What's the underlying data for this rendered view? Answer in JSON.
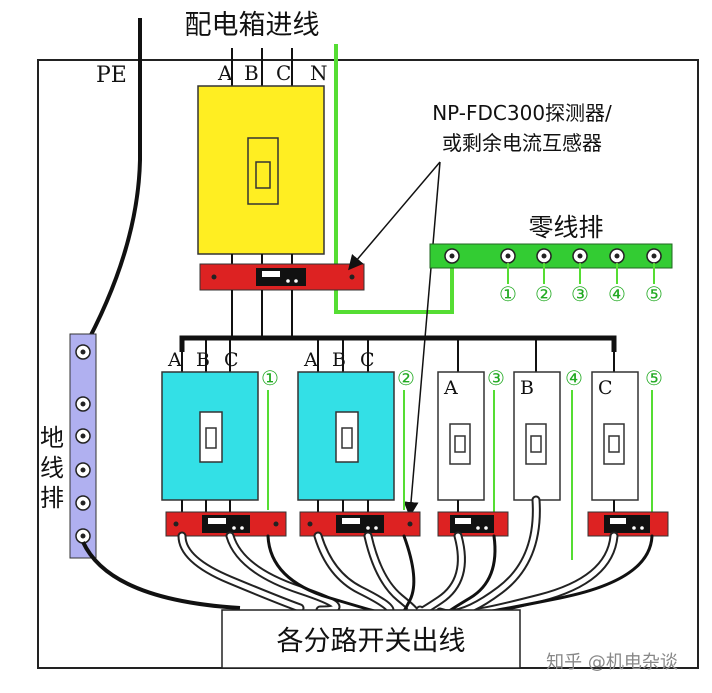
{
  "title": "配电箱进线",
  "pe_label": "PE",
  "phase_labels": [
    "A",
    "B",
    "C",
    "N"
  ],
  "callout": {
    "line1": "NP-FDC300探测器/",
    "line2": "或剩余电流互感器"
  },
  "neutral_bar_label": "零线排",
  "neutral_bar_numbers": [
    "①",
    "②",
    "③",
    "④",
    "⑤"
  ],
  "ground_bar_label": [
    "地",
    "线",
    "排"
  ],
  "branch_breakers": [
    {
      "phase_labels": [
        "A",
        "B",
        "C"
      ],
      "number": "①"
    },
    {
      "phase_labels": [
        "A",
        "B",
        "C"
      ],
      "number": "②"
    },
    {
      "phase_label": "A",
      "number": "③"
    },
    {
      "phase_label": "B",
      "number": "④"
    },
    {
      "phase_label": "C",
      "number": "⑤"
    }
  ],
  "output_label": "各分路开关出线",
  "watermark": "知乎 @机电杂谈",
  "colors": {
    "main_breaker": "#ffee22",
    "three_phase_breaker": "#33e0e6",
    "single_phase_breaker": "#ffffff",
    "detector": "#dd2222",
    "neutral_bar": "#33cc33",
    "ground_bar": "#b0b0f0",
    "neutral_wire": "#55dd33"
  }
}
